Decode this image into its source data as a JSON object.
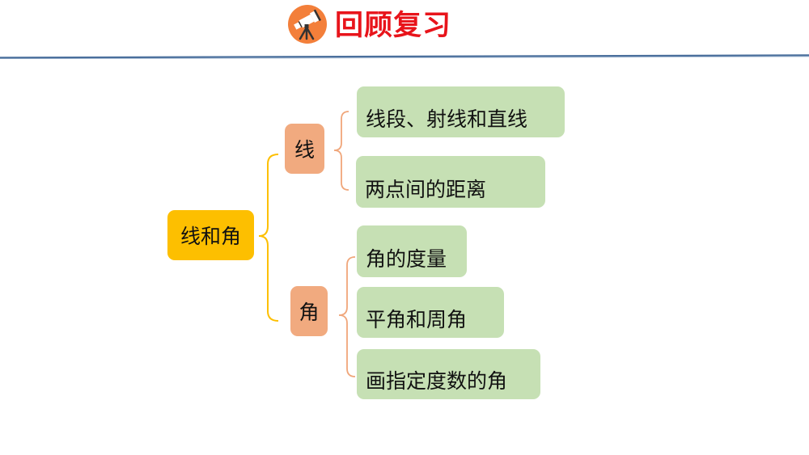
{
  "header": {
    "icon": "telescope-icon",
    "title": "回顾复习",
    "colors": {
      "title": "#e8141b",
      "icon_bg": "#f37f3a",
      "rule": "#4a6f9c"
    }
  },
  "mindmap": {
    "root": {
      "label": "线和角",
      "color": "#fdbf00"
    },
    "branches": [
      {
        "label": "线",
        "color": "#f1aa7f",
        "children": [
          {
            "label": "线段、射线和直线"
          },
          {
            "label": "两点间的距离"
          }
        ]
      },
      {
        "label": "角",
        "color": "#f1aa7f",
        "children": [
          {
            "label": "角的度量"
          },
          {
            "label": "平角和周角"
          },
          {
            "label": "画指定度数的角"
          }
        ]
      }
    ],
    "leaf_color": "#c6e0b4",
    "connector_colors": {
      "root": "#fdbf00",
      "branch": "#f0a67a"
    }
  }
}
